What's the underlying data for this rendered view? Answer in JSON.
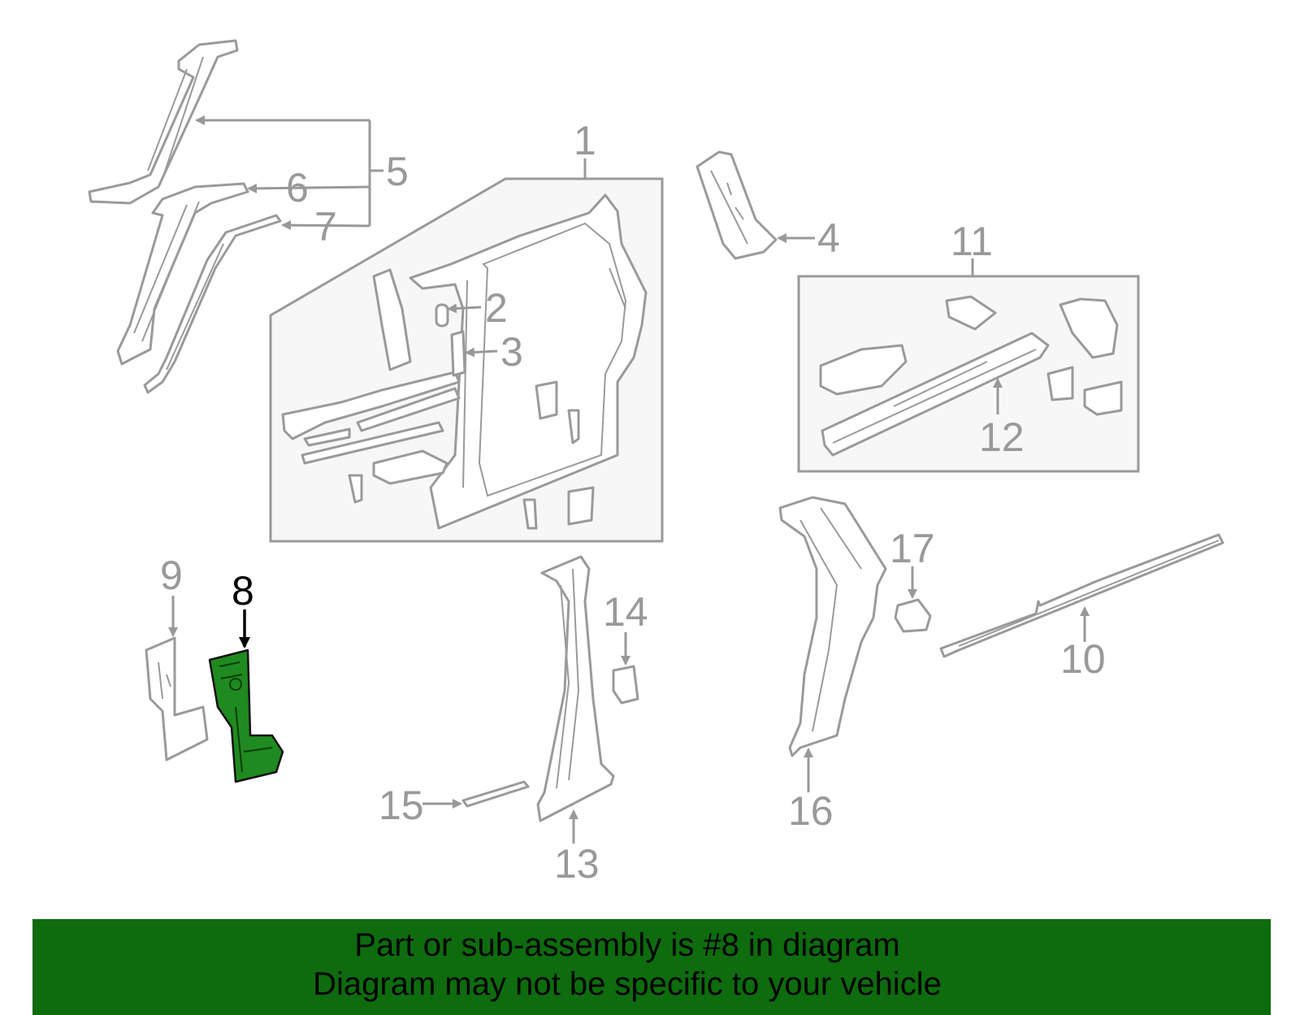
{
  "diagram": {
    "callouts": {
      "c1": "1",
      "c2": "2",
      "c3": "3",
      "c4": "4",
      "c5": "5",
      "c6": "6",
      "c7": "7",
      "c8": "8",
      "c9": "9",
      "c10": "10",
      "c11": "11",
      "c12": "12",
      "c13": "13",
      "c14": "14",
      "c15": "15",
      "c16": "16",
      "c17": "17"
    },
    "highlighted_part": "8",
    "colors": {
      "highlight": "#1f8a1f",
      "line": "#9a9a9a",
      "banner": "#0e6b0e",
      "group_box": "#f7f7f7"
    }
  },
  "banner": {
    "line1": "Part or sub-assembly is #8 in diagram",
    "line2": "Diagram may not be specific to your vehicle"
  }
}
